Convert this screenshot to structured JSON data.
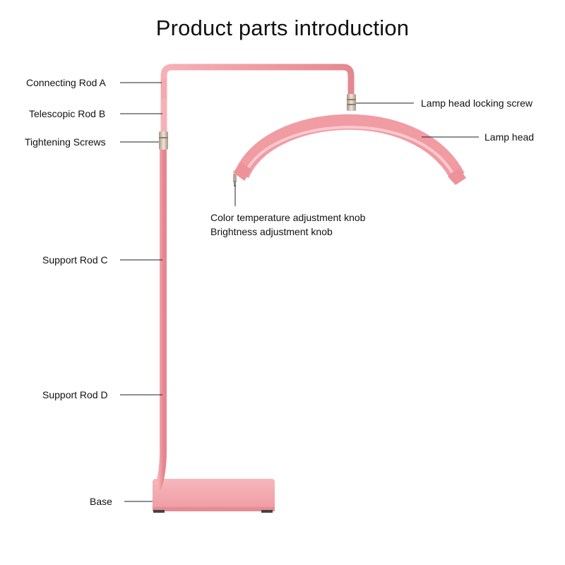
{
  "title": "Product parts introduction",
  "labels": {
    "connecting_rod_a": "Connecting Rod A",
    "telescopic_rod_b": "Telescopic Rod B",
    "tightening_screws": "Tightening Screws",
    "support_rod_c": "Support Rod C",
    "support_rod_d": "Support Rod D",
    "base": "Base",
    "lamp_head_locking_screw": "Lamp head locking screw",
    "lamp_head": "Lamp head",
    "color_temperature_knob": "Color temperature adjustment knob",
    "brightness_knob": "Brightness adjustment knob"
  },
  "colors": {
    "product_pink": "#f19ba3",
    "product_pink_light": "#f8c0c5",
    "metal": "#c9b8a8",
    "leader_line": "#222222"
  }
}
